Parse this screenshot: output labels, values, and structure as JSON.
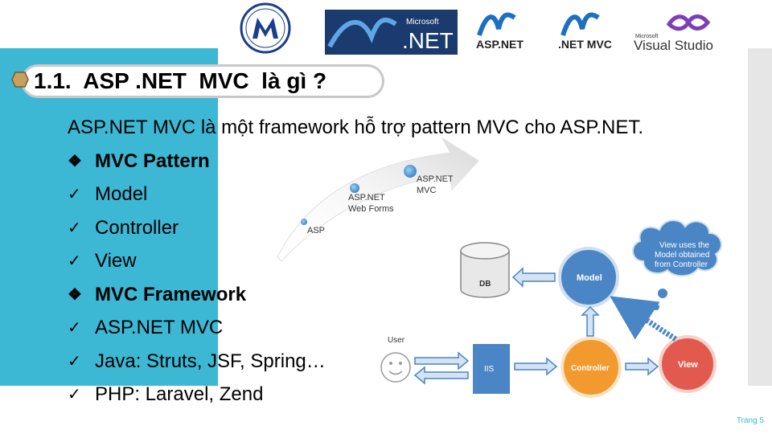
{
  "title": "1.1.  ASP .NET  MVC  là gì ?",
  "intro": "ASP.NET MVC là một framework hỗ trợ pattern MVC cho ASP.NET.",
  "bullets": [
    {
      "text": "MVC Pattern",
      "style": "diamond",
      "bold": true
    },
    {
      "text": "Model",
      "style": "check",
      "bold": false
    },
    {
      "text": "Controller",
      "style": "check",
      "bold": false
    },
    {
      "text": "View",
      "style": "check",
      "bold": false
    },
    {
      "text": "MVC Framework",
      "style": "diamond",
      "bold": true
    },
    {
      "text": "ASP.NET MVC",
      "style": "check",
      "bold": false
    },
    {
      "text": "Java: Struts, JSF, Spring…",
      "style": "check",
      "bold": false
    },
    {
      "text": "PHP: Laravel, Zend",
      "style": "check",
      "bold": false
    }
  ],
  "logos": {
    "microsoft": "Microsoft",
    "net": ".NET",
    "aspnet": "ASP.NET",
    "netmvc": ".NET MVC",
    "vs_microsoft": "Microsoft",
    "vs_name": "Visual Studio"
  },
  "evolution": {
    "asp": "ASP",
    "webforms_1": "ASP.NET",
    "webforms_2": "Web Forms",
    "mvc_1": "ASP.NET",
    "mvc_2": "MVC"
  },
  "mvc_diagram": {
    "db": "DB",
    "model": "Model",
    "user": "User",
    "iis": "IIS",
    "controller": "Controller",
    "view": "View",
    "cloud_1": "View uses the",
    "cloud_2": "Model obtained",
    "cloud_3": "from Controller"
  },
  "footer": "Trang 5",
  "colors": {
    "accent": "#3cb8d4",
    "blue": "#4a86c5",
    "orange": "#f29a2e",
    "red": "#e25a4e"
  }
}
